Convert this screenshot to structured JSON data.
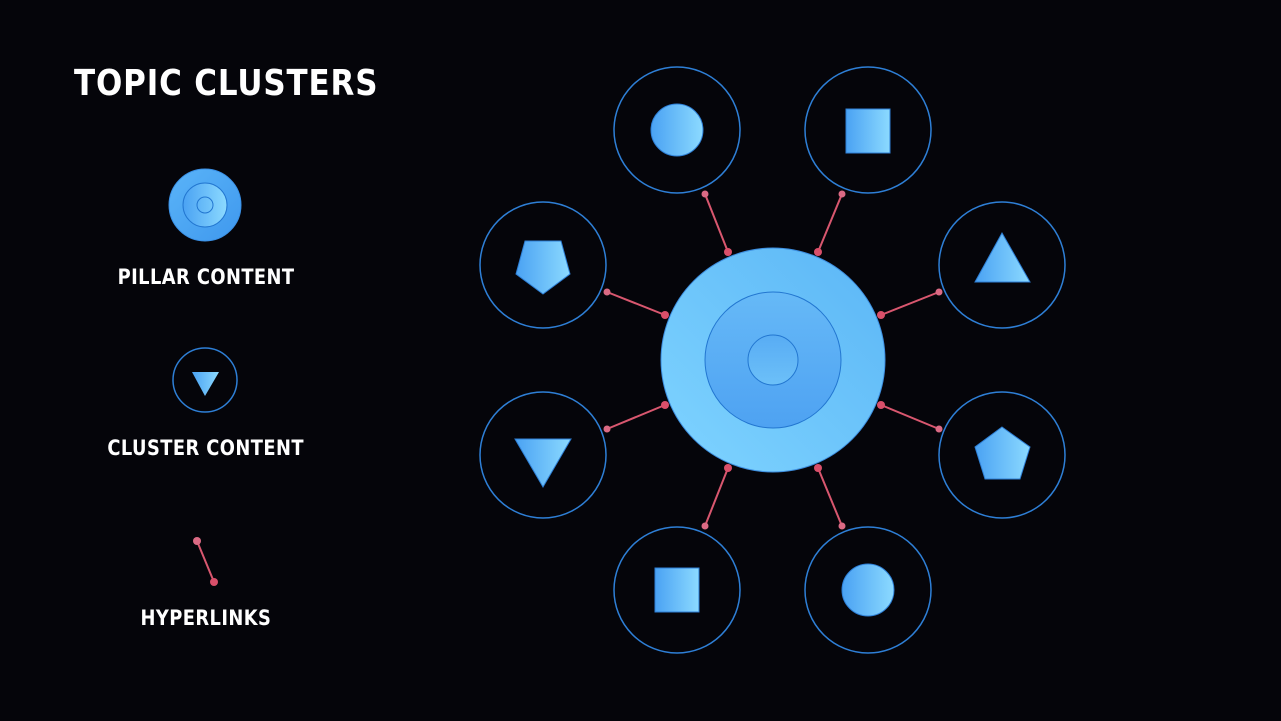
{
  "header": {
    "title": "TOPIC CLUSTERS"
  },
  "legend": {
    "items": [
      {
        "label": "PILLAR CONTENT",
        "icon": "pillar-concentric-circle-icon"
      },
      {
        "label": "CLUSTER CONTENT",
        "icon": "cluster-triangle-icon"
      },
      {
        "label": "HYPERLINKS",
        "icon": "hyperlink-line-icon"
      }
    ]
  },
  "diagram": {
    "center": {
      "type": "pillar",
      "shape": "concentric-circles"
    },
    "clusters": [
      {
        "position": "top-left",
        "shape": "circle"
      },
      {
        "position": "top-right",
        "shape": "square"
      },
      {
        "position": "upper-right",
        "shape": "triangle"
      },
      {
        "position": "lower-right",
        "shape": "pentagon"
      },
      {
        "position": "bottom-right",
        "shape": "circle"
      },
      {
        "position": "bottom-left",
        "shape": "square"
      },
      {
        "position": "lower-left",
        "shape": "inverted-triangle"
      },
      {
        "position": "upper-left",
        "shape": "pentagon"
      }
    ]
  },
  "colors": {
    "background": "#05050a",
    "node_outline": "#2e7fd6",
    "shape_fill_start": "#4aa6f5",
    "shape_fill_end": "#8ad8ff",
    "link": "#d9576f",
    "text": "#ffffff"
  }
}
